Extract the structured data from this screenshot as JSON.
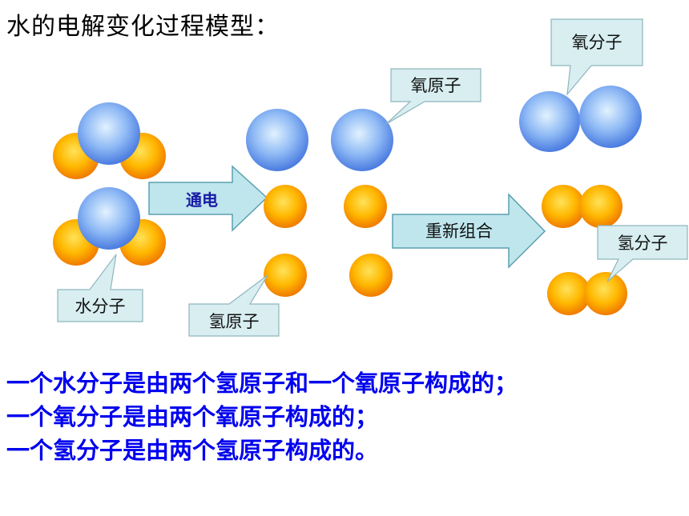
{
  "title": "水的电解变化过程模型：",
  "arrows": {
    "electrolysis": "通电",
    "recombine": "重新组合"
  },
  "callouts": {
    "water_molecule": "水分子",
    "hydrogen_atom": "氢原子",
    "oxygen_atom": "氧原子",
    "oxygen_molecule": "氧分子",
    "hydrogen_molecule": "氢分子"
  },
  "summary": [
    "一个水分子是由两个氢原子和一个氧原子构成的；",
    "一个氧分子是由两个氧原子构成的；",
    "一个氢分子是由两个氢原子构成的。"
  ],
  "colors": {
    "oxygen_atom": "#6f9df0",
    "hydrogen_atom": "#ffb000",
    "arrow_fill": "#bfe6ec",
    "callout_fill": "#d8eef1",
    "summary_text": "#0000ee",
    "arrow_text_electrolysis": "#1a1aa6"
  }
}
